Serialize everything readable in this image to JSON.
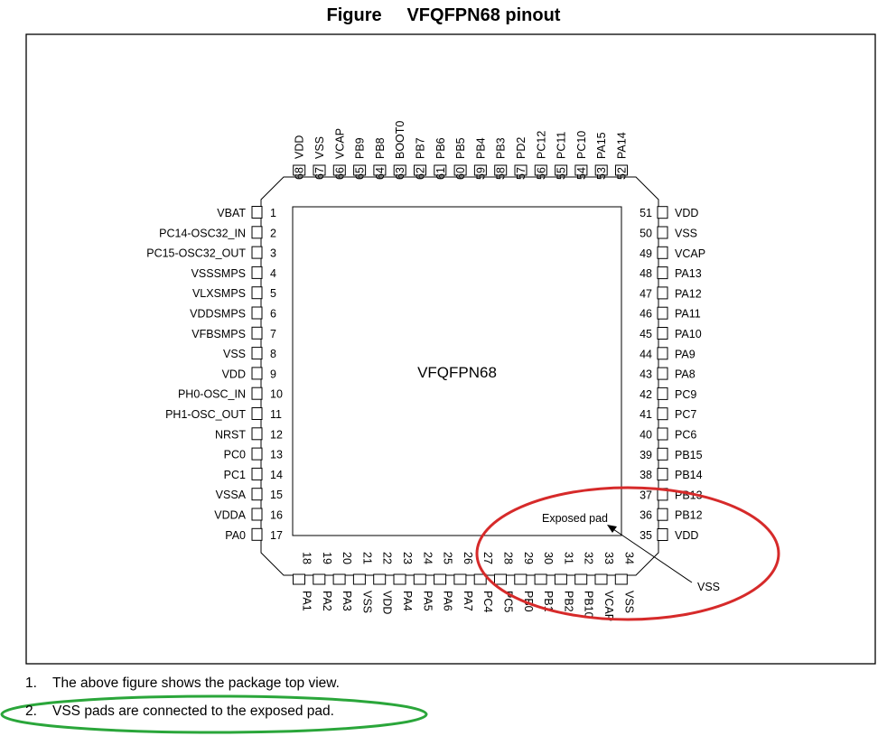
{
  "figure": {
    "caption_prefix": "Figure",
    "caption_title": "VFQFPN68 pinout",
    "package_label": "VFQFPN68",
    "exposed_pad_label": "Exposed pad",
    "vss_callout": "VSS"
  },
  "pins": {
    "left": [
      [
        "1",
        "VBAT"
      ],
      [
        "2",
        "PC14-OSC32_IN"
      ],
      [
        "3",
        "PC15-OSC32_OUT"
      ],
      [
        "4",
        "VSSSMPS"
      ],
      [
        "5",
        "VLXSMPS"
      ],
      [
        "6",
        "VDDSMPS"
      ],
      [
        "7",
        "VFBSMPS"
      ],
      [
        "8",
        "VSS"
      ],
      [
        "9",
        "VDD"
      ],
      [
        "10",
        "PH0-OSC_IN"
      ],
      [
        "11",
        "PH1-OSC_OUT"
      ],
      [
        "12",
        "NRST"
      ],
      [
        "13",
        "PC0"
      ],
      [
        "14",
        "PC1"
      ],
      [
        "15",
        "VSSA"
      ],
      [
        "16",
        "VDDA"
      ],
      [
        "17",
        "PA0"
      ]
    ],
    "bottom": [
      [
        "18",
        "PA1"
      ],
      [
        "19",
        "PA2"
      ],
      [
        "20",
        "PA3"
      ],
      [
        "21",
        "VSS"
      ],
      [
        "22",
        "VDD"
      ],
      [
        "23",
        "PA4"
      ],
      [
        "24",
        "PA5"
      ],
      [
        "25",
        "PA6"
      ],
      [
        "26",
        "PA7"
      ],
      [
        "27",
        "PC4"
      ],
      [
        "28",
        "PC5"
      ],
      [
        "29",
        "PB0"
      ],
      [
        "30",
        "PB1"
      ],
      [
        "31",
        "PB2"
      ],
      [
        "32",
        "PB10"
      ],
      [
        "33",
        "VCAP"
      ],
      [
        "34",
        "VSS"
      ]
    ],
    "right": [
      [
        "35",
        "VDD"
      ],
      [
        "36",
        "PB12"
      ],
      [
        "37",
        "PB13"
      ],
      [
        "38",
        "PB14"
      ],
      [
        "39",
        "PB15"
      ],
      [
        "40",
        "PC6"
      ],
      [
        "41",
        "PC7"
      ],
      [
        "42",
        "PC9"
      ],
      [
        "43",
        "PA8"
      ],
      [
        "44",
        "PA9"
      ],
      [
        "45",
        "PA10"
      ],
      [
        "46",
        "PA11"
      ],
      [
        "47",
        "PA12"
      ],
      [
        "48",
        "PA13"
      ],
      [
        "49",
        "VCAP"
      ],
      [
        "50",
        "VSS"
      ],
      [
        "51",
        "VDD"
      ]
    ],
    "top": [
      [
        "52",
        "PA14"
      ],
      [
        "53",
        "PA15"
      ],
      [
        "54",
        "PC10"
      ],
      [
        "55",
        "PC11"
      ],
      [
        "56",
        "PC12"
      ],
      [
        "57",
        "PD2"
      ],
      [
        "58",
        "PB3"
      ],
      [
        "59",
        "PB4"
      ],
      [
        "60",
        "PB5"
      ],
      [
        "61",
        "PB6"
      ],
      [
        "62",
        "PB7"
      ],
      [
        "63",
        "BOOT0"
      ],
      [
        "64",
        "PB8"
      ],
      [
        "65",
        "PB9"
      ],
      [
        "66",
        "VCAP"
      ],
      [
        "67",
        "VSS"
      ],
      [
        "68",
        "VDD"
      ]
    ]
  },
  "notes": [
    {
      "num": "1.",
      "text": "The above figure shows the package top view."
    },
    {
      "num": "2.",
      "text": "VSS pads are connected to the exposed pad."
    }
  ],
  "highlights": {
    "red": "#d62a2a",
    "green": "#2aa63a"
  }
}
